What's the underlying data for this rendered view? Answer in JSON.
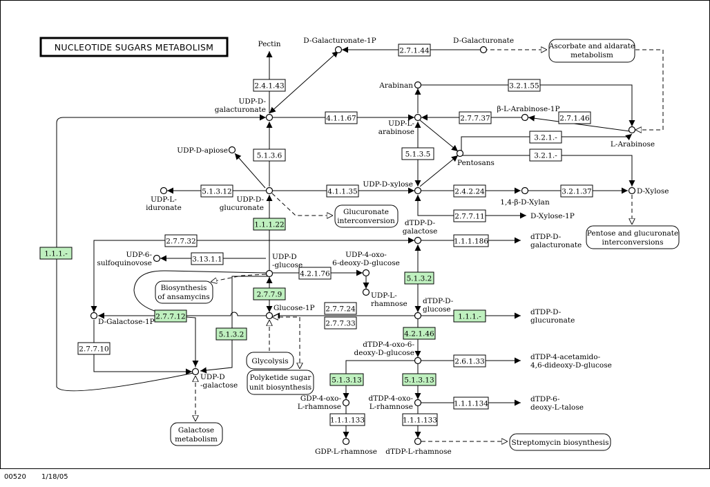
{
  "title": "NUCLEOTIDE SUGARS METABOLISM",
  "footer": {
    "map_id": "00520",
    "date": "1/18/05"
  },
  "enzymes": {
    "e_2_4_1_43": "2.4.1.43",
    "e_2_7_1_44": "2.7.1.44",
    "e_3_2_1_55": "3.2.1.55",
    "e_4_1_1_67": "4.1.1.67",
    "e_2_7_7_37": "2.7.7.37",
    "e_2_7_1_46": "2.7.1.46",
    "e_3_2_1_a": "3.2.1.-",
    "e_3_2_1_b": "3.2.1.-",
    "e_5_1_3_6": "5.1.3.6",
    "e_5_1_3_5": "5.1.3.5",
    "e_5_1_3_12": "5.1.3.12",
    "e_4_1_1_35": "4.1.1.35",
    "e_2_4_2_24": "2.4.2.24",
    "e_3_2_1_37": "3.2.1.37",
    "e_1_1_1_22": "1.1.1.22",
    "e_2_7_7_11": "2.7.7.11",
    "e_2_7_7_32": "2.7.7.32",
    "e_1_1_1_186": "1.1.1.186",
    "e_1_1_1_left": "1.1.1.-",
    "e_3_13_1_1": "3.13.1.1",
    "e_4_2_1_76": "4.2.1.76",
    "e_5_1_3_2_top": "5.1.3.2",
    "e_2_7_7_9": "2.7.7.9",
    "e_2_7_7_12": "2.7.7.12",
    "e_2_7_7_24": "2.7.7.24",
    "e_2_7_7_33": "2.7.7.33",
    "e_1_1_1_dtdp": "1.1.1.-",
    "e_5_1_3_2_bot": "5.1.3.2",
    "e_4_2_1_46": "4.2.1.46",
    "e_2_7_7_10": "2.7.7.10",
    "e_2_6_1_33": "2.6.1.33",
    "e_5_1_3_13_a": "5.1.3.13",
    "e_5_1_3_13_b": "5.1.3.13",
    "e_1_1_1_134": "1.1.1.134",
    "e_1_1_1_133_a": "1.1.1.133",
    "e_1_1_1_133_b": "1.1.1.133"
  },
  "compounds": {
    "pectin": "Pectin",
    "d_galacturonate_1p": "D-Galacturonate-1P",
    "d_galacturonate": "D-Galacturonate",
    "udp_d_galacturonate_1": "UDP-D-",
    "udp_d_galacturonate_2": "galacturonate",
    "arabinan": "Arabinan",
    "b_l_arabinose_1p": "β-L-Arabinose-1P",
    "udp_l_arabinose_1": "UDP-L-",
    "udp_l_arabinose_2": "arabinose",
    "l_arabinose": "L-Arabinose",
    "pentosans": "Pentosans",
    "udp_d_apiose": "UDP-D-apiose",
    "udp_l_iduronate_1": "UDP-L-",
    "udp_l_iduronate_2": "iduronate",
    "udp_d_glucuronate_1": "UDP-D-",
    "udp_d_glucuronate_2": "glucuronate",
    "udp_d_xylose": "UDP-D-xylose",
    "xylan": "1,4-β-D-Xylan",
    "d_xylose": "D-Xylose",
    "d_xylose_1p": "D-Xylose-1P",
    "dtdp_d_galactose_1": "dTDP-D-",
    "dtdp_d_galactose_2": "galactose",
    "dtdp_d_galacturonate_1": "dTDP-D-",
    "dtdp_d_galacturonate_2": "galacturonate",
    "udp_6_sulfoquinovose_1": "UDP-6-",
    "udp_6_sulfoquinovose_2": "sulfoquinovose",
    "udp_d_glucose_1": "UDP-D",
    "udp_d_glucose_2": "-glucose",
    "udp_4_oxo_1": "UDP-4-oxo-",
    "udp_4_oxo_2": "6-deoxy-D-glucose",
    "udp_l_rhamnose_1": "UDP-L-",
    "udp_l_rhamnose_2": "rhamnose",
    "d_galactose_1p": "D-Galactose-1P",
    "glucose_1p": "Glucose-1P",
    "dtdp_d_glucose_1": "dTDP-D-",
    "dtdp_d_glucose_2": "glucose",
    "dtdp_d_glucuronate_1": "dTDP-D-",
    "dtdp_d_glucuronate_2": "glucuronate",
    "dtdp_4_oxo_6_1": "dTDP-4-oxo-6-",
    "dtdp_4_oxo_6_2": "deoxy-D-glucose",
    "dtdp_4_acetamido_1": "dTDP-4-acetamido-",
    "dtdp_4_acetamido_2": "4,6-dideoxy-D-glucose",
    "udp_d_galactose_1": "UDP-D",
    "udp_d_galactose_2": "-galactose",
    "gdp_4_oxo_1": "GDP-4-oxo-",
    "gdp_4_oxo_2": "L-rhamnose",
    "dtdp_4_oxo_rham_1": "dTDP-4-oxo-",
    "dtdp_4_oxo_rham_2": "L-rhamnose",
    "dtdp_6_deoxy_talose_1": "dTDP-6-",
    "dtdp_6_deoxy_talose_2": "deoxy-L-talose",
    "gdp_l_rhamnose": "GDP-L-rhamnose",
    "dtdp_l_rhamnose": "dTDP-L-rhamnose"
  },
  "maps": {
    "ascorbate_1": "Ascorbate and aldarate",
    "ascorbate_2": "metabolism",
    "glucuronate_1": "Glucuronate",
    "glucuronate_2": "interconversion",
    "pentose_1": "Pentose and glucuronate",
    "pentose_2": "interconversions",
    "ansamycins_1": "Biosynthesis",
    "ansamycins_2": "of ansamycins",
    "glycolysis": "Glycolysis",
    "polyketide_1": "Polyketide sugar",
    "polyketide_2": "unit biosynthesis",
    "galactose_1": "Galactose",
    "galactose_2": "metabolism",
    "streptomycin": "Streptomycin biosynthesis"
  },
  "colors": {
    "enzyme_present": "#bff0bf",
    "enzyme_absent": "#ffffff",
    "line": "#000000"
  }
}
